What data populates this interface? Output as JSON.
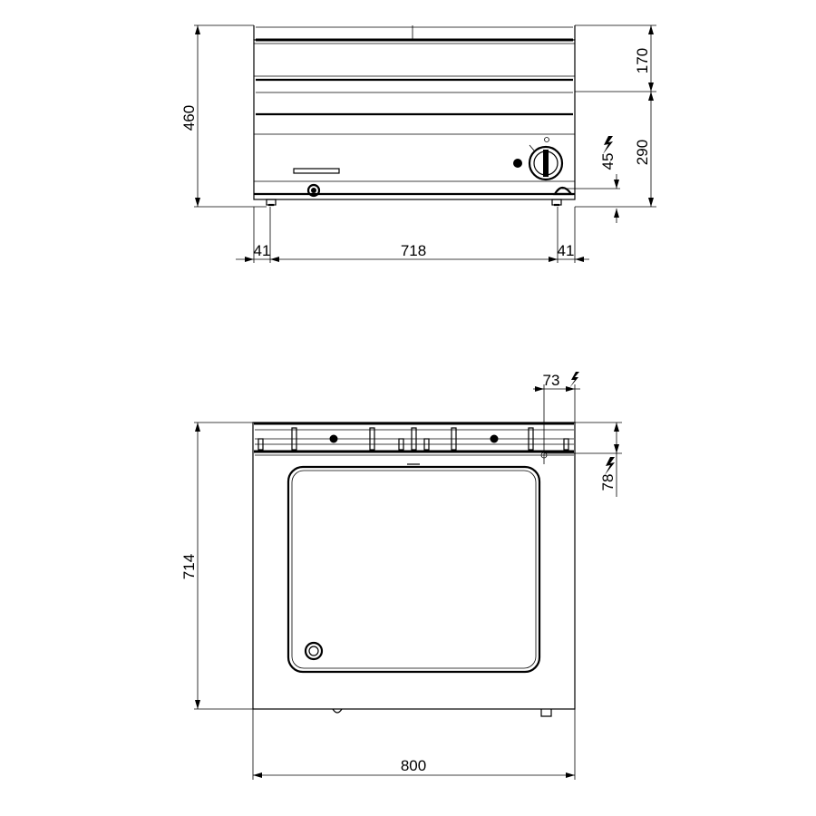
{
  "front_view": {
    "dimensions": {
      "height_total": "460",
      "height_upper": "170",
      "height_lower": "290",
      "inlet_height": "45",
      "leg_offset_left": "41",
      "leg_span": "718",
      "leg_offset_right": "41"
    },
    "electric_symbol": "lightning-bolt-icon"
  },
  "top_view": {
    "dimensions": {
      "depth_total": "714",
      "width_total": "800",
      "inlet_offset_x": "73",
      "inlet_offset_y": "78"
    },
    "electric_symbol": "lightning-bolt-icon"
  },
  "colors": {
    "line": "#000000",
    "background": "#ffffff"
  }
}
